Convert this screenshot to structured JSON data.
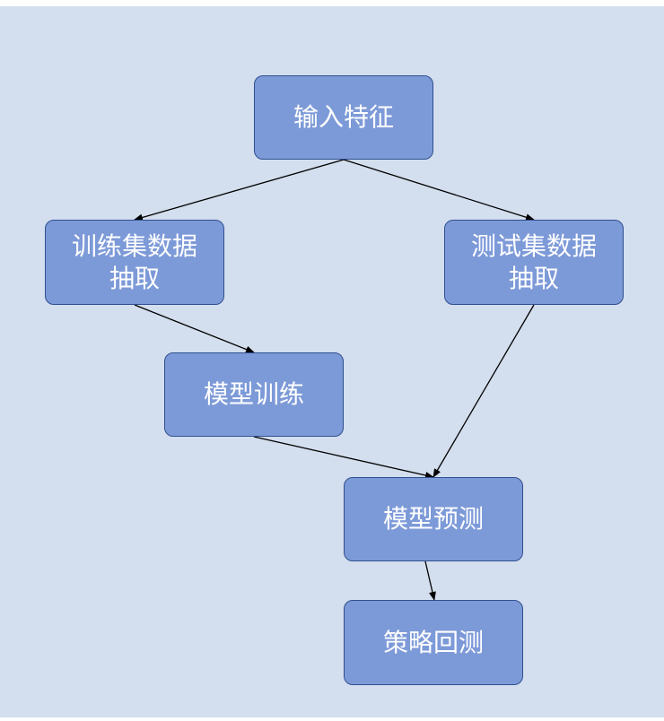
{
  "diagram": {
    "colors": {
      "background": "#d3deee",
      "node_fill": "#7d9ad8",
      "node_border": "#2f4f8f",
      "node_text": "#ffffff",
      "edge": "#000000"
    },
    "nodes": {
      "input_features": {
        "line1": "输入特征",
        "line2": ""
      },
      "train_extract": {
        "line1": "训练集数据",
        "line2": "抽取"
      },
      "test_extract": {
        "line1": "测试集数据",
        "line2": "抽取"
      },
      "model_train": {
        "line1": "模型训练",
        "line2": ""
      },
      "model_predict": {
        "line1": "模型预测",
        "line2": ""
      },
      "strategy_backtest": {
        "line1": "策略回测",
        "line2": ""
      }
    },
    "edges": [
      {
        "from": "input_features",
        "to": "train_extract"
      },
      {
        "from": "input_features",
        "to": "test_extract"
      },
      {
        "from": "train_extract",
        "to": "model_train"
      },
      {
        "from": "model_train",
        "to": "model_predict"
      },
      {
        "from": "test_extract",
        "to": "model_predict"
      },
      {
        "from": "model_predict",
        "to": "strategy_backtest"
      }
    ]
  }
}
